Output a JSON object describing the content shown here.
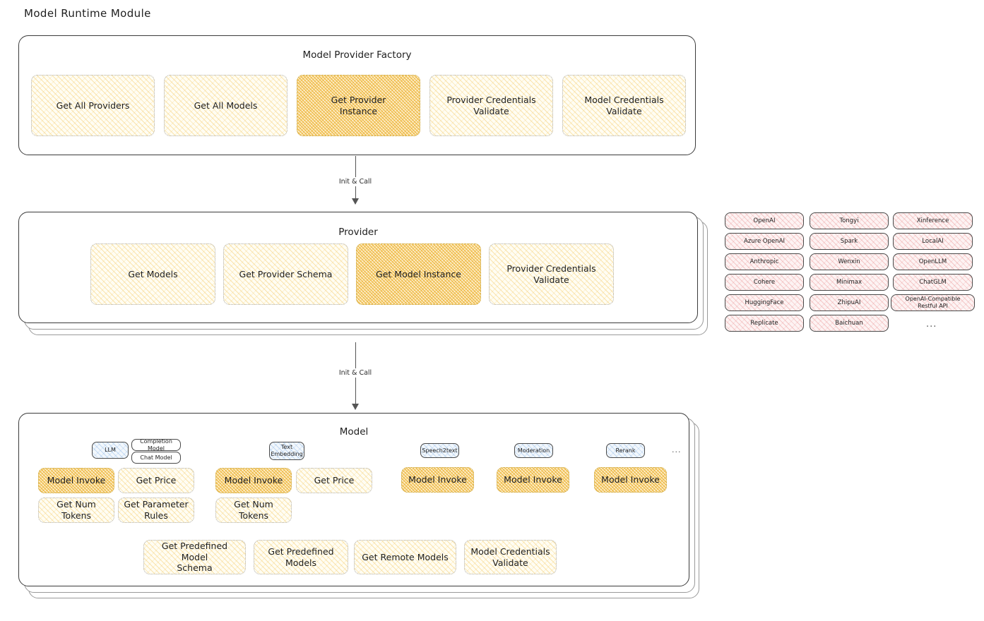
{
  "page": {
    "title": "Model Runtime Module"
  },
  "colors": {
    "highlight_fill": "#f2c14e",
    "light_fill": "#fffdf3",
    "provider_chip": "#fdf3f3",
    "model_badge": "#f2f7fc",
    "border": "#3b3b3b"
  },
  "factory": {
    "title": "Model Provider Factory",
    "nodes": [
      {
        "label": "Get All Providers",
        "highlight": false
      },
      {
        "label": "Get All Models",
        "highlight": false
      },
      {
        "label": "Get Provider\nInstance",
        "highlight": true
      },
      {
        "label": "Provider Credentials\nValidate",
        "highlight": false
      },
      {
        "label": "Model Credentials\nValidate",
        "highlight": false
      }
    ]
  },
  "arrows": [
    {
      "label": "Init & Call",
      "from": "Model Provider Factory",
      "to": "Provider"
    },
    {
      "label": "Init & Call",
      "from": "Provider",
      "to": "Model"
    }
  ],
  "provider": {
    "title": "Provider",
    "nodes": [
      {
        "label": "Get Models",
        "highlight": false
      },
      {
        "label": "Get Provider Schema",
        "highlight": false
      },
      {
        "label": "Get Model Instance",
        "highlight": true
      },
      {
        "label": "Provider Credentials\nValidate",
        "highlight": false
      }
    ]
  },
  "provider_list": {
    "ellipsis": "...",
    "columns": [
      [
        "OpenAI",
        "Azure OpenAI",
        "Anthropic",
        "Cohere",
        "HuggingFace",
        "Replicate"
      ],
      [
        "Tongyi",
        "Spark",
        "Wenxin",
        "Minimax",
        "ZhipuAI",
        "Baichuan"
      ],
      [
        "Xinference",
        "LocalAI",
        "OpenLLM",
        "ChatGLM",
        "OpenAI-Compatible Restful API"
      ]
    ]
  },
  "model": {
    "title": "Model",
    "ellipsis": "...",
    "types": [
      {
        "badge": "LLM",
        "sub_badges": [
          "Completion Model",
          "Chat Model"
        ],
        "methods": [
          {
            "label": "Model Invoke",
            "highlight": true
          },
          {
            "label": "Get Price",
            "highlight": false
          },
          {
            "label": "Get Num Tokens",
            "highlight": false
          },
          {
            "label": "Get Parameter\nRules",
            "highlight": false
          }
        ]
      },
      {
        "badge": "Text\nEmbedding",
        "sub_badges": [],
        "methods": [
          {
            "label": "Model Invoke",
            "highlight": true
          },
          {
            "label": "Get Price",
            "highlight": false
          },
          {
            "label": "Get Num Tokens",
            "highlight": false
          }
        ]
      },
      {
        "badge": "Speech2text",
        "sub_badges": [],
        "methods": [
          {
            "label": "Model Invoke",
            "highlight": true
          }
        ]
      },
      {
        "badge": "Moderation",
        "sub_badges": [],
        "methods": [
          {
            "label": "Model Invoke",
            "highlight": true
          }
        ]
      },
      {
        "badge": "Rerank",
        "sub_badges": [],
        "methods": [
          {
            "label": "Model Invoke",
            "highlight": true
          }
        ]
      }
    ],
    "common_methods": [
      {
        "label": "Get Predefined Model\nSchema",
        "highlight": false
      },
      {
        "label": "Get Predefined\nModels",
        "highlight": false
      },
      {
        "label": "Get Remote Models",
        "highlight": false
      },
      {
        "label": "Model Credentials\nValidate",
        "highlight": false
      }
    ]
  }
}
